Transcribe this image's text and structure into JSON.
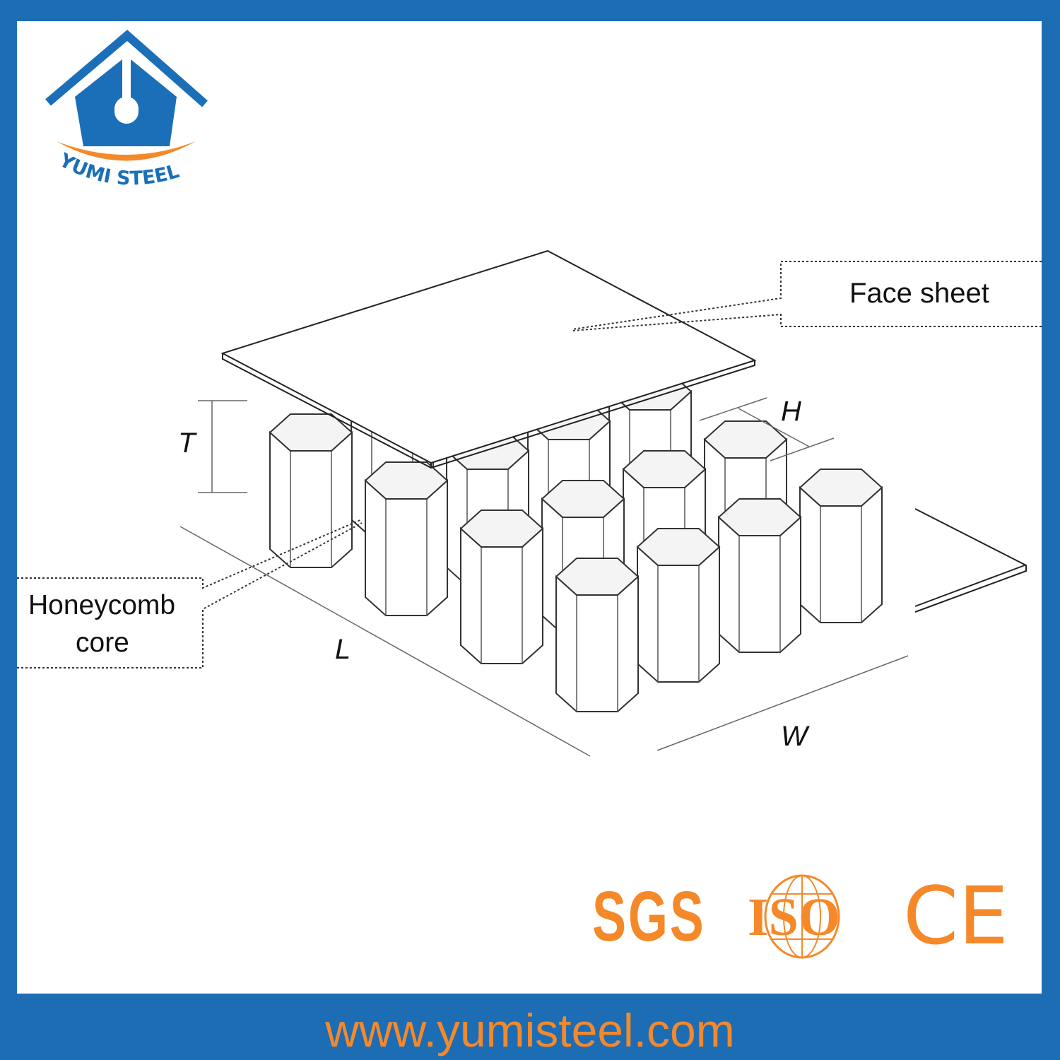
{
  "brand": {
    "logo_text": "YUMI STEEL",
    "colors": {
      "frame": "#1d6db5",
      "logo_blue": "#1a6fb8",
      "accent_orange": "#f5892a"
    }
  },
  "diagram": {
    "face_sheet_label": "Face sheet",
    "core_label_line1": "Honeycomb",
    "core_label_line2": "core",
    "dim_T": "T",
    "dim_H": "H",
    "dim_L": "L",
    "dim_W": "W"
  },
  "certifications": [
    "SGS",
    "ISO",
    "CE"
  ],
  "footer": {
    "url": "www.yumisteel.com"
  }
}
